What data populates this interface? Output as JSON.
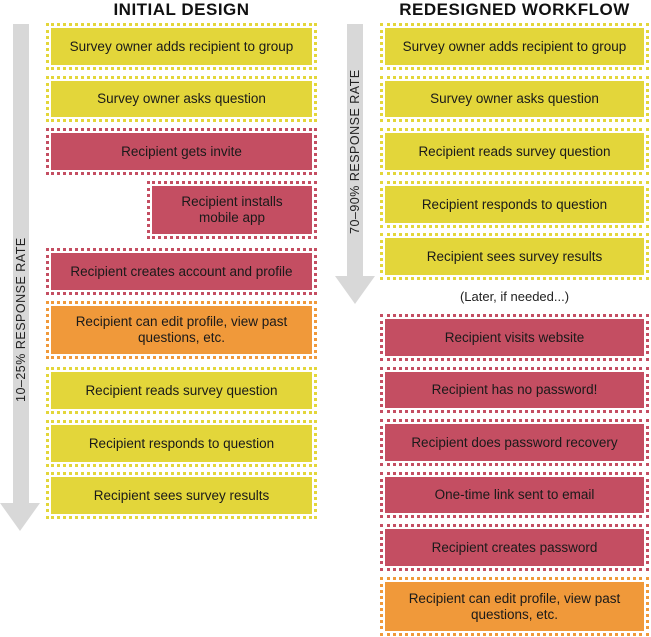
{
  "left": {
    "title": "INITIAL DESIGN",
    "rate_label": "10–25% RESPONSE RATE",
    "steps": [
      {
        "label": "Survey owner adds recipient to group",
        "color": "yellow"
      },
      {
        "label": "Survey owner asks question",
        "color": "yellow"
      },
      {
        "label": "Recipient gets invite",
        "color": "red"
      },
      {
        "label": "Recipient installs mobile app",
        "color": "red"
      },
      {
        "label": "Recipient creates account and profile",
        "color": "red"
      },
      {
        "label": "Recipient can edit profile, view past questions, etc.",
        "color": "orange"
      },
      {
        "label": "Recipient reads survey question",
        "color": "yellow"
      },
      {
        "label": "Recipient responds to question",
        "color": "yellow"
      },
      {
        "label": "Recipient sees survey results",
        "color": "yellow"
      }
    ]
  },
  "right": {
    "title": "REDESIGNED WORKFLOW",
    "rate_label": "70–90% RESPONSE RATE",
    "note": "(Later, if needed...)",
    "steps": [
      {
        "label": "Survey owner adds recipient to group",
        "color": "yellow"
      },
      {
        "label": "Survey owner asks question",
        "color": "yellow"
      },
      {
        "label": "Recipient reads survey question",
        "color": "yellow"
      },
      {
        "label": "Recipient responds to question",
        "color": "yellow"
      },
      {
        "label": "Recipient sees survey results",
        "color": "yellow"
      },
      {
        "label": "Recipient visits website",
        "color": "red"
      },
      {
        "label": "Recipient has no password!",
        "color": "red"
      },
      {
        "label": "Recipient does password recovery",
        "color": "red"
      },
      {
        "label": "One-time link sent to email",
        "color": "red"
      },
      {
        "label": "Recipient creates password",
        "color": "red"
      },
      {
        "label": "Recipient can edit profile, view past questions, etc.",
        "color": "orange"
      }
    ]
  },
  "colors": {
    "yellow": "#e3d63a",
    "red": "#c44e62",
    "orange": "#f0993a",
    "arrow": "#d8d8d8"
  }
}
